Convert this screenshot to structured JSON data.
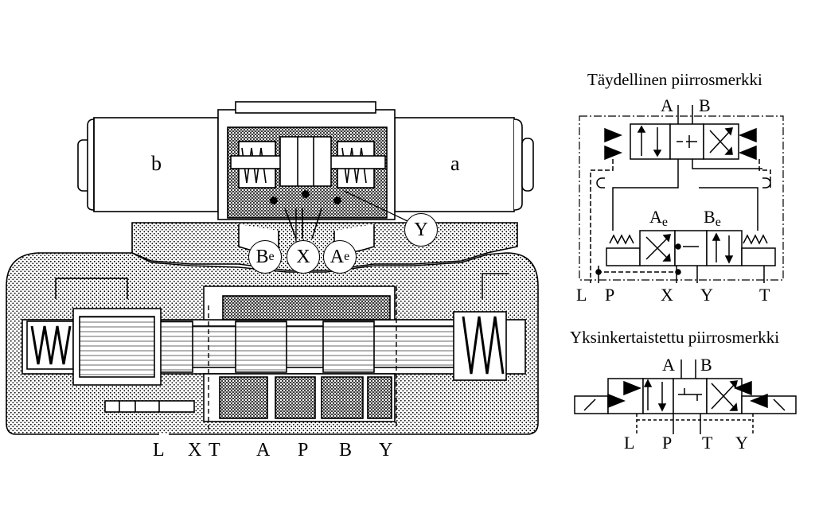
{
  "solenoids": {
    "left": "b",
    "right": "a"
  },
  "callouts": {
    "be": {
      "main": "B",
      "sub": "e"
    },
    "x": "X",
    "ae": {
      "main": "A",
      "sub": "e"
    },
    "y": "Y"
  },
  "body_ports": [
    "L",
    "X",
    "T",
    "A",
    "P",
    "B",
    "Y"
  ],
  "full_symbol": {
    "title": "Täydellinen piirrosmerkki",
    "top_a": "A",
    "top_b": "B",
    "pilot_a": {
      "main": "A",
      "sub": "e"
    },
    "pilot_b": {
      "main": "B",
      "sub": "e"
    },
    "ports": [
      "L",
      "P",
      "X",
      "Y",
      "T"
    ]
  },
  "simple_symbol": {
    "title": "Yksinkertaistettu piirrosmerkki",
    "top_a": "A",
    "top_b": "B",
    "ports": [
      "L",
      "P",
      "T",
      "Y"
    ]
  },
  "colors": {
    "line": "#000000",
    "hatch": "#000000",
    "background": "#ffffff"
  }
}
